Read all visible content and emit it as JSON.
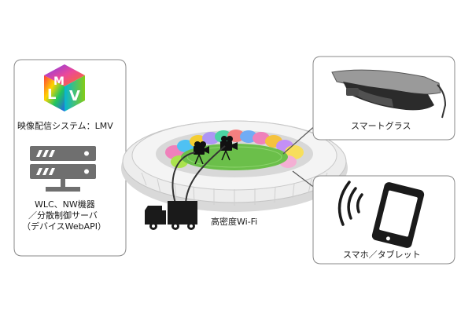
{
  "left_panel": {
    "system_label": "映像配信システム：LMV",
    "server_lines": [
      "WLC、NW機器",
      "／分散制御サーバ",
      "（デバイスWebAPI）"
    ]
  },
  "center": {
    "wifi_label": "高密度Wi-Fi"
  },
  "right_top": {
    "label": "スマートグラス"
  },
  "right_bottom": {
    "label": "スマホ／タブレット"
  },
  "colors": {
    "box_border": "#8a8a8a",
    "server": "#6f6f6f",
    "truck": "#1a1a1a",
    "field": "#6bbf4a",
    "stadium_roof": "#e6e6e6"
  },
  "icons": [
    "lmv-logo-icon",
    "server-icon",
    "truck-icon",
    "camera-icon",
    "smart-glasses-icon",
    "smartphone-icon",
    "wifi-waves-icon"
  ]
}
